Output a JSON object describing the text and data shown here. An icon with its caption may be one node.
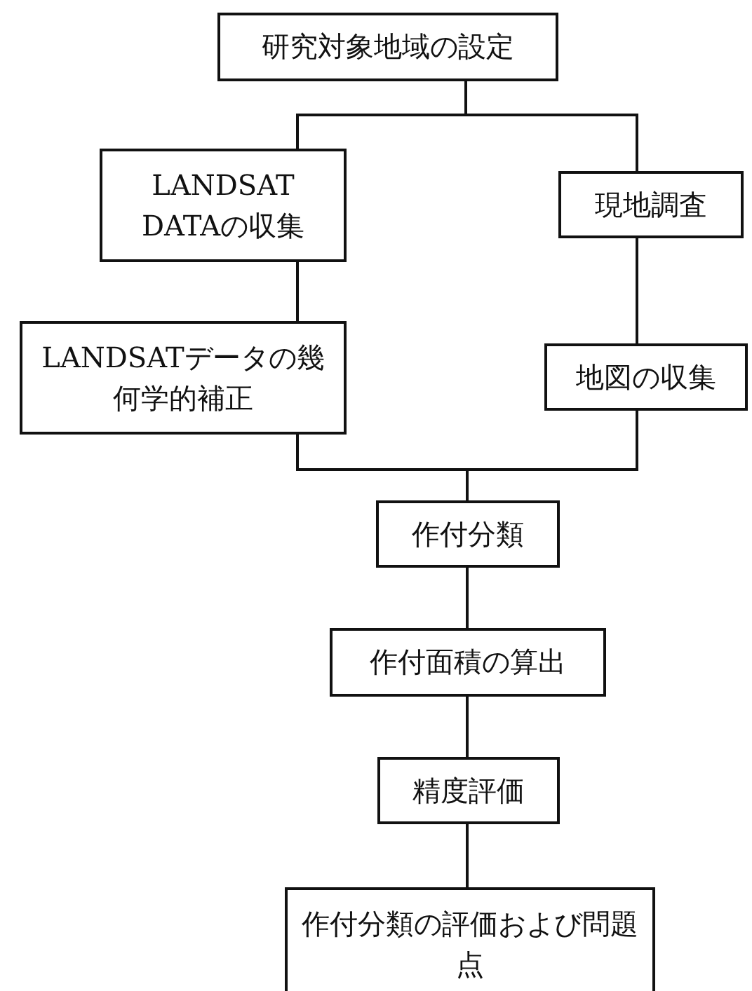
{
  "diagram": {
    "nodes": [
      {
        "text": [
          "研究対象地域の設定"
        ]
      },
      {
        "text": [
          "LANDSAT DATAの収集"
        ]
      },
      {
        "text": [
          "LANDSATデータの幾何学的補正"
        ]
      },
      {
        "text": [
          "現地調査"
        ]
      },
      {
        "text": [
          "地図の収集"
        ]
      },
      {
        "text": [
          "作付分類"
        ]
      },
      {
        "text": [
          "作付面積の算出"
        ]
      },
      {
        "text": [
          "精度評価"
        ]
      },
      {
        "text": [
          "作付分類の評価および問題点"
        ]
      }
    ],
    "edges": [
      {
        "from": 0,
        "to": 1,
        "arrow": "none"
      },
      {
        "from": 0,
        "to": 3,
        "arrow": "none"
      },
      {
        "from": 1,
        "to": 2,
        "arrow": "none"
      },
      {
        "from": 3,
        "to": 4,
        "arrow": "none"
      },
      {
        "from": 2,
        "to": 5,
        "arrow": "none"
      },
      {
        "from": 4,
        "to": 5,
        "arrow": "none"
      },
      {
        "from": 5,
        "to": 6,
        "arrow": "none"
      },
      {
        "from": 6,
        "to": 7,
        "arrow": "none"
      },
      {
        "from": 7,
        "to": 8,
        "arrow": "none"
      }
    ]
  }
}
